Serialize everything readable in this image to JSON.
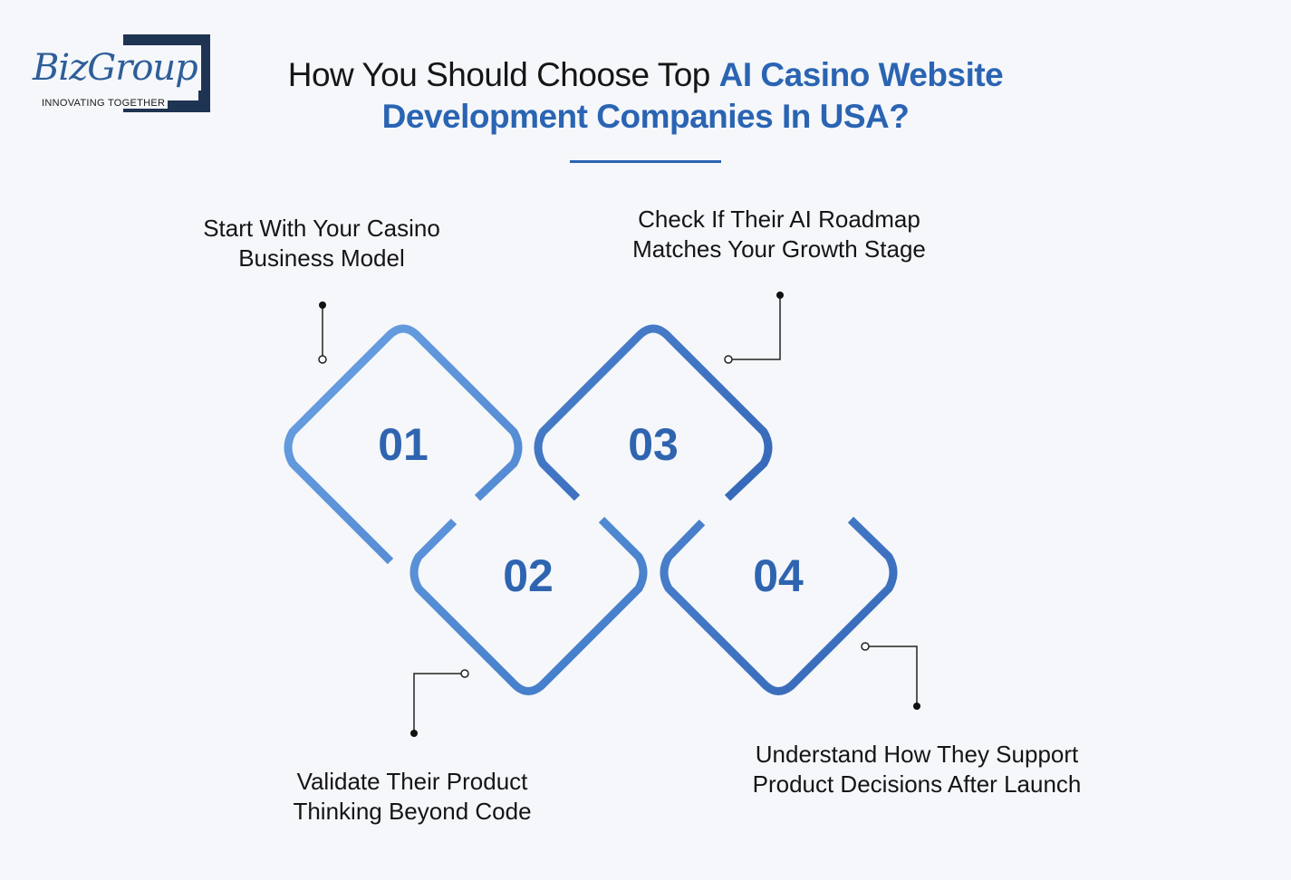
{
  "logo": {
    "wordmark": "BizGroup",
    "tagline": "INNOVATING TOGETHER"
  },
  "title": {
    "plain": "How You Should Choose Top ",
    "accent_line1": "AI Casino Website",
    "accent_line2": "Development Companies In USA?"
  },
  "steps": [
    {
      "number": "01",
      "line1": "Start With Your Casino",
      "line2": "Business Model"
    },
    {
      "number": "02",
      "line1": "Validate Their Product",
      "line2": "Thinking Beyond Code"
    },
    {
      "number": "03",
      "line1": "Check If Their AI Roadmap",
      "line2": "Matches Your Growth Stage"
    },
    {
      "number": "04",
      "line1": "Understand How They Support",
      "line2": "Product Decisions After Launch"
    }
  ],
  "colors": {
    "background": "#f5f7fa",
    "accent": "#2a64b3",
    "diamond_light": "#5b93d8",
    "diamond_dark": "#3568b8",
    "logo_frame": "#1f3453",
    "text": "#151515"
  }
}
